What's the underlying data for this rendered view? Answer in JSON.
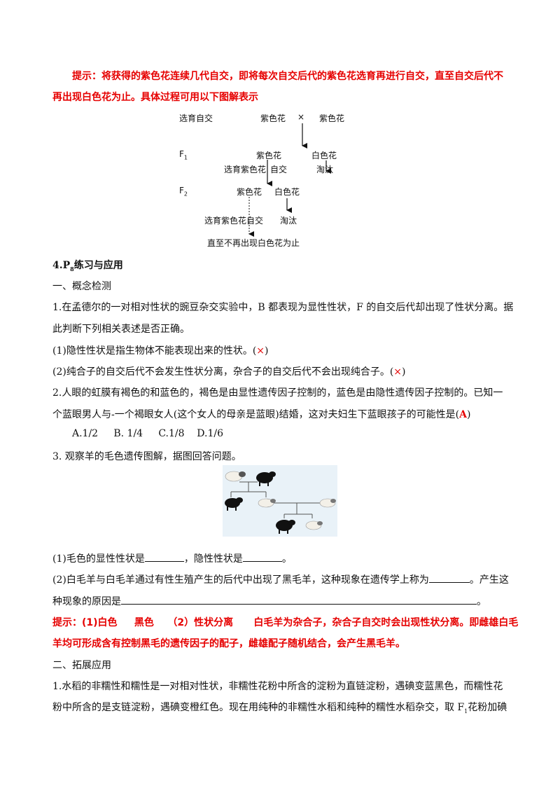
{
  "hint1": {
    "line1": "提示：将获得的紫色花连续几代自交，即将每次自交后代的紫色花选育再进行自交，直至自交后代不",
    "line2": "再出现白色花为止。具体过程可用以下图解表示"
  },
  "diagram": {
    "selfing_label": "选育自交",
    "parent_a": "紫色花",
    "cross_symbol": "×",
    "parent_b": "紫色花",
    "f1_label": "F",
    "f1_sub": "1",
    "f1_purple": "紫色花",
    "f1_white": "白色花",
    "f1_select": "选育紫色花",
    "f1_self": "自交",
    "f1_discard": "淘汰",
    "f2_label": "F",
    "f2_sub": "2",
    "f2_purple": "紫色花",
    "f2_white": "白色花",
    "f2_select": "选育紫色花自交",
    "f2_discard": "淘汰",
    "final": "直至不再出现白色花为止"
  },
  "section4": {
    "title_prefix": "4.P",
    "title_sub": "8",
    "title_suffix": "练习与应用"
  },
  "part1_title": "一、概念检测",
  "q1": {
    "line1": "1.在孟德尔的一对相对性状的豌豆杂交实验中，B 都表现为显性性状，F 的自交后代却出现了性状分离。据",
    "line2": "此判断下列相关表述是否正确。",
    "s1_text": "(1)隐性性状是指生物体不能表现出来的性状。(",
    "s1_mark": "×",
    "s1_close": ")",
    "s2_text": "(2)纯合子的自交后代不会发生性状分离，杂合子的自交后代不会出现纯合子。(",
    "s2_mark": "×",
    "s2_close": ")"
  },
  "q2": {
    "line1": "2.人眼的虹膜有褐色的和蓝色的，褐色是由显性遗传因子控制的，蓝色是由隐性遗传因子控制的。已知一",
    "line2_text": "个蓝眼男人与-一个褐眼女人(这个女人的母亲是蓝眼)结婚，这对夫妇生下蓝眼孩子的可能性是(",
    "line2_answer": "A",
    "line2_close": ")",
    "options": "A.1/2     B. 1/4     C.1/8    D.1/6"
  },
  "q3": {
    "line1": "3.  观察羊的毛色遗传图解，据图回答问题。",
    "s1_a": "(1)毛色的显性性状是",
    "s1_b": "，隐性性状是",
    "s1_c": "。",
    "s2_a": "(2)白毛羊与白毛羊通过有性生殖产生的后代中出现了黑毛羊，这种现象在遗传学上称为",
    "s2_b": "。产生这",
    "s3_a": "种现象的原因是",
    "s3_b": "。"
  },
  "hint2": {
    "line1": "提示：(1)白色     黑色    （2）性状分离      白毛羊为杂合子，杂合子自交时会出现性状分离。即雌雄白毛",
    "line2": "羊均可形成含有控制黑毛的遗传因子的配子，雌雄配子随机结合，会产生黑毛羊。"
  },
  "part2_title": "二、拓展应用",
  "q4": {
    "line1": "1.水稻的非糯性和糯性是一对相对性状，非糯性花粉中所含的淀粉为直链淀粉，遇碘变蓝黑色，而糯性花",
    "line2_a": "粉中所含的是支链淀粉，遇碘变橙红色。现在用纯种的非糯性水稻和纯种的糯性水稻杂交，取 F",
    "line2_sub": "1",
    "line2_b": "花粉加碘"
  }
}
